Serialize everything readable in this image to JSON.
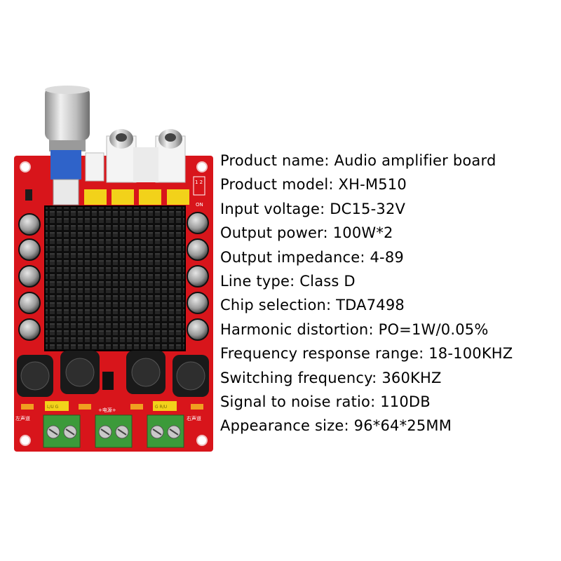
{
  "colors": {
    "board_red": "#d8151b",
    "heatsink": "#141414",
    "inductor": "#1a1a1a",
    "terminal_green": "#3c9a3a",
    "cap_yellow": "#f2d21a",
    "knob_silver": "#c7c7c7"
  },
  "board": {
    "silk_left": "左声道",
    "silk_power": "+电源+",
    "silk_right": "右声道",
    "silk_on": "ON",
    "silk_switch": "1 2",
    "label_left_channel": "L/U G",
    "label_right_channel": "G R/U"
  },
  "specs": [
    "Product name: Audio amplifier board",
    "Product model: XH-M510",
    "Input voltage: DC15-32V",
    "Output power: 100W*2",
    "Output impedance: 4-89",
    "Line type: Class D",
    "Chip selection: TDA7498",
    "Harmonic distortion: PO=1W/0.05%",
    "Frequency response range: 18-100KHZ",
    "Switching frequency: 360KHZ",
    "Signal to noise ratio: 110DB",
    "Appearance size: 96*64*25MM"
  ]
}
